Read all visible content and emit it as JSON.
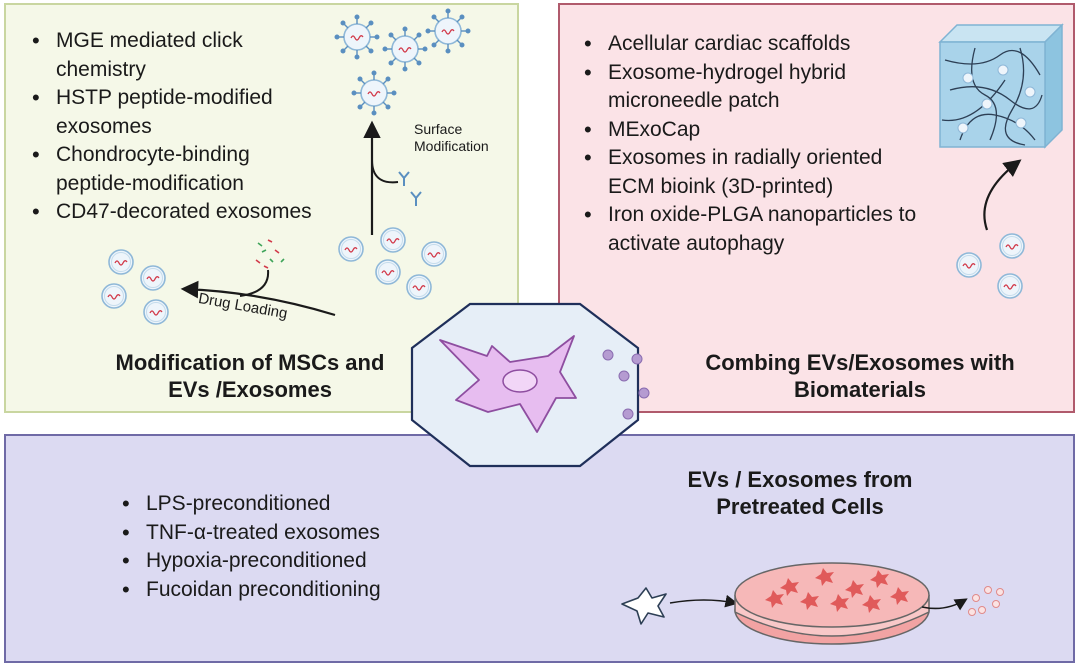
{
  "panels": {
    "modification": {
      "title": "Modification of MSCs and EVs /Exosomes",
      "items": [
        "MGE mediated click chemistry",
        "HSTP peptide-modified exosomes",
        "Chondrocyte-binding peptide-modification",
        "CD47-decorated exosomes"
      ],
      "label_surface": "Surface Modification",
      "label_drug": "Drug Loading"
    },
    "biomaterials": {
      "title": "Combing EVs/Exosomes with Biomaterials",
      "items": [
        "Acellular cardiac scaffolds",
        "Exosome-hydrogel hybrid microneedle patch",
        "MExoCap",
        "Exosomes in radially oriented ECM bioink (3D-printed)",
        "Iron oxide-PLGA nanoparticles to activate autophagy"
      ]
    },
    "pretreated": {
      "title": "EVs / Exosomes from Pretreated Cells",
      "items": [
        "LPS-preconditioned",
        "TNF-α-treated exosomes",
        "Hypoxia-preconditioned",
        "Fucoidan preconditioning"
      ]
    }
  },
  "colors": {
    "modification_bg": "#f5f8e8",
    "modification_border": "#c9d6a0",
    "biomaterials_bg": "#fbe3e7",
    "biomaterials_border": "#b05a6c",
    "pretreated_bg": "#dcdaf2",
    "pretreated_border": "#6f6aa6",
    "cell_fill": "#e7bdf0",
    "exosome_outline": "#8fb8d8",
    "rna_strand": "#d23a4a"
  },
  "icons": [
    "msc-cell-icon",
    "exosome-icon",
    "ligand-icon",
    "hydrogel-cube-icon",
    "petri-dish-icon",
    "arrow-icon"
  ]
}
